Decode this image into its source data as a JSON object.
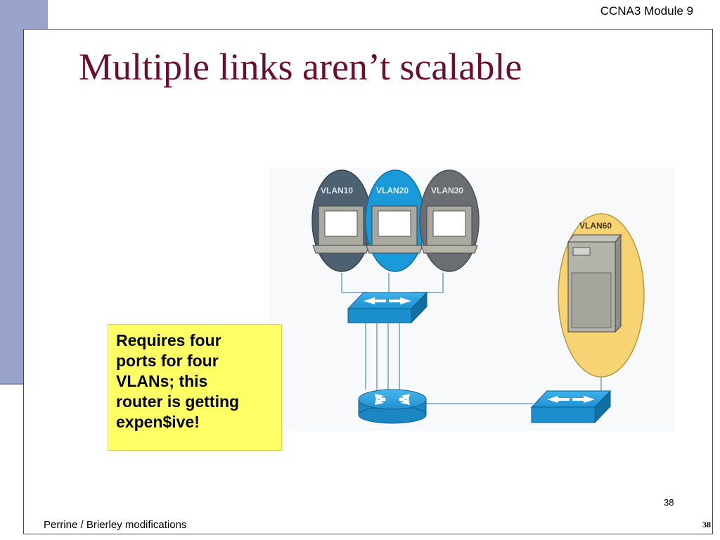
{
  "header": {
    "module": "CCNA3 Module 9"
  },
  "slide": {
    "title": "Multiple links aren’t scalable",
    "callout": {
      "lines": [
        "Requires four",
        "ports for four",
        "VLANs; this",
        "router is getting",
        "expen$ive!"
      ]
    },
    "inner_page_number": "38"
  },
  "diagram": {
    "vlans": [
      {
        "label": "VLAN10",
        "color": "#4d6170"
      },
      {
        "label": "VLAN20",
        "color": "#1a9ad9"
      },
      {
        "label": "VLAN30",
        "color": "#6a6e72"
      },
      {
        "label": "VLAN60",
        "color": "#f8d373"
      }
    ],
    "device_icons": [
      "pc-icon",
      "pc-icon",
      "pc-icon",
      "server-icon",
      "switch-icon",
      "router-icon",
      "switch-icon"
    ]
  },
  "footer": {
    "credit": "Perrine / Brierley modifications",
    "page_number": "38"
  }
}
